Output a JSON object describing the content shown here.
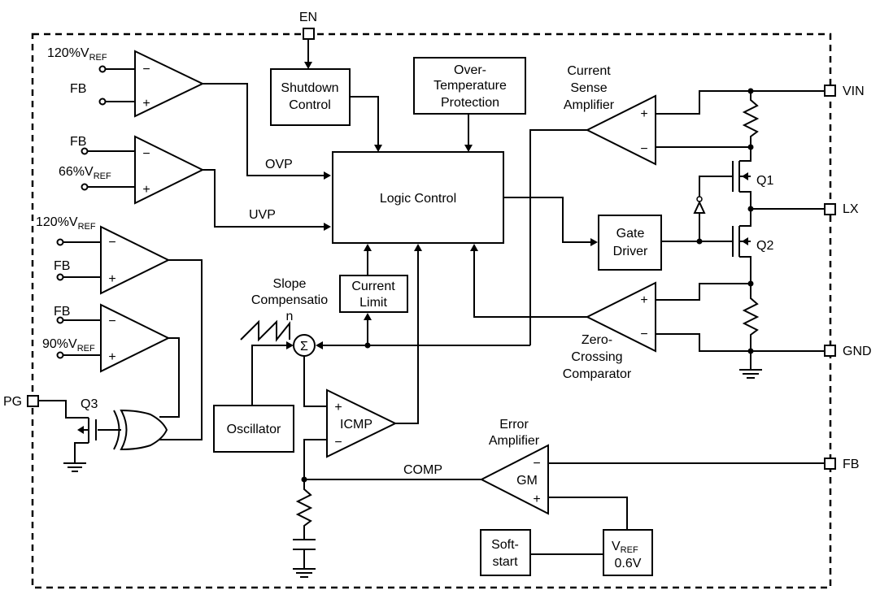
{
  "pins": {
    "en": "EN",
    "vin": "VIN",
    "lx": "LX",
    "gnd": "GND",
    "fb": "FB",
    "pg": "PG"
  },
  "blocks": {
    "shutdown": [
      "Shutdown",
      "Control"
    ],
    "otp": [
      "Over-",
      "Temperature",
      "Protection"
    ],
    "logic": "Logic Control",
    "gate_driver": [
      "Gate",
      "Driver"
    ],
    "current_limit": [
      "Current",
      "Limit"
    ],
    "oscillator": "Oscillator",
    "soft_start": [
      "Soft-",
      "start"
    ],
    "vref_ref": "V",
    "vref_sub": "REF",
    "vref_value": "0.6V"
  },
  "comparators": {
    "ovp_in_top_main": "120%V",
    "ovp_in_top_sub": "REF",
    "ovp_in_bot": "FB",
    "uvp_in_top": "FB",
    "uvp_in_bot_main": "66%V",
    "uvp_in_bot_sub": "REF",
    "pg_hi_top_main": "120%V",
    "pg_hi_top_sub": "REF",
    "pg_hi_bot": "FB",
    "pg_lo_top": "FB",
    "pg_lo_bot_main": "90%V",
    "pg_lo_bot_sub": "REF"
  },
  "signals": {
    "ovp": "OVP",
    "uvp": "UVP",
    "comp": "COMP"
  },
  "amplifiers": {
    "current_sense": [
      "Current",
      "Sense",
      "Amplifier"
    ],
    "zero_crossing": [
      "Zero-",
      "Crossing",
      "Comparator"
    ],
    "error_amp": [
      "Error",
      "Amplifier"
    ],
    "gm": "GM",
    "icmp": "ICMP"
  },
  "slope_comp": [
    "Slope",
    "Compensatio",
    "n"
  ],
  "transistors": {
    "q1": "Q1",
    "q2": "Q2",
    "q3": "Q3"
  },
  "symbols": {
    "plus": "+",
    "minus": "−",
    "sigma": "Σ"
  }
}
